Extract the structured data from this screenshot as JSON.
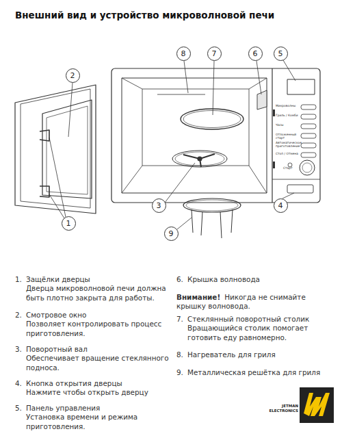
{
  "diagram": {
    "title": "Внешний вид и устройство микроволновой печи",
    "nodes": [
      {
        "text": [
          "8"
        ]
      },
      {
        "text": [
          "7"
        ]
      },
      {
        "text": [
          "6"
        ]
      },
      {
        "text": [
          "5"
        ]
      },
      {
        "text": [
          "2"
        ]
      },
      {
        "text": [
          "3"
        ]
      },
      {
        "text": [
          "4"
        ]
      },
      {
        "text": [
          "1"
        ]
      },
      {
        "text": [
          "9"
        ]
      }
    ],
    "labels": [
      "1.",
      "Защёлки дверцы",
      "Дверца микроволновой печи должна быть плотно закрыта для работы.",
      "2.",
      "Смотровое окно",
      "Позволяет контролировать процесс приготовления.",
      "3.",
      "Поворотный вал",
      "Обеспечивает вращение стеклянного подноса.",
      "4.",
      "Кнопка открытия дверцы",
      "Нажмите чтобы открыть дверцу",
      "5.",
      "Панель управления",
      "Установка времени и режима приготовления.",
      "6.",
      "Крышка волновода",
      "Внимание!",
      "Никогда не снимайте крышку волновода.",
      "7.",
      "Стеклянный поворотный столик",
      "Вращающийся столик помогает готовить еду равномерно.",
      "8.",
      "Нагреватель для гриля",
      "9.",
      "Металлическая решётка для гриля",
      "JETMAN ELECTRONICS",
      "Микроволны",
      "Гриль / Комби",
      "Часы",
      "Отложенный старт",
      "Автоматическое приготовление",
      "Стоп / Отмена",
      "Старт"
    ]
  }
}
